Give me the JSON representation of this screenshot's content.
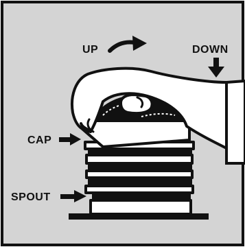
{
  "labels": {
    "up": "UP",
    "down": "DOWN",
    "cap": "CAP",
    "spout": "SPOUT"
  },
  "colors": {
    "background": "#d4d4d4",
    "outline": "#111111",
    "part_fill": "#ffffff"
  },
  "icons": {
    "up": "curved-arrow-right-icon",
    "down": "arrow-down-icon",
    "cap": "arrow-right-icon",
    "spout": "arrow-right-icon"
  }
}
